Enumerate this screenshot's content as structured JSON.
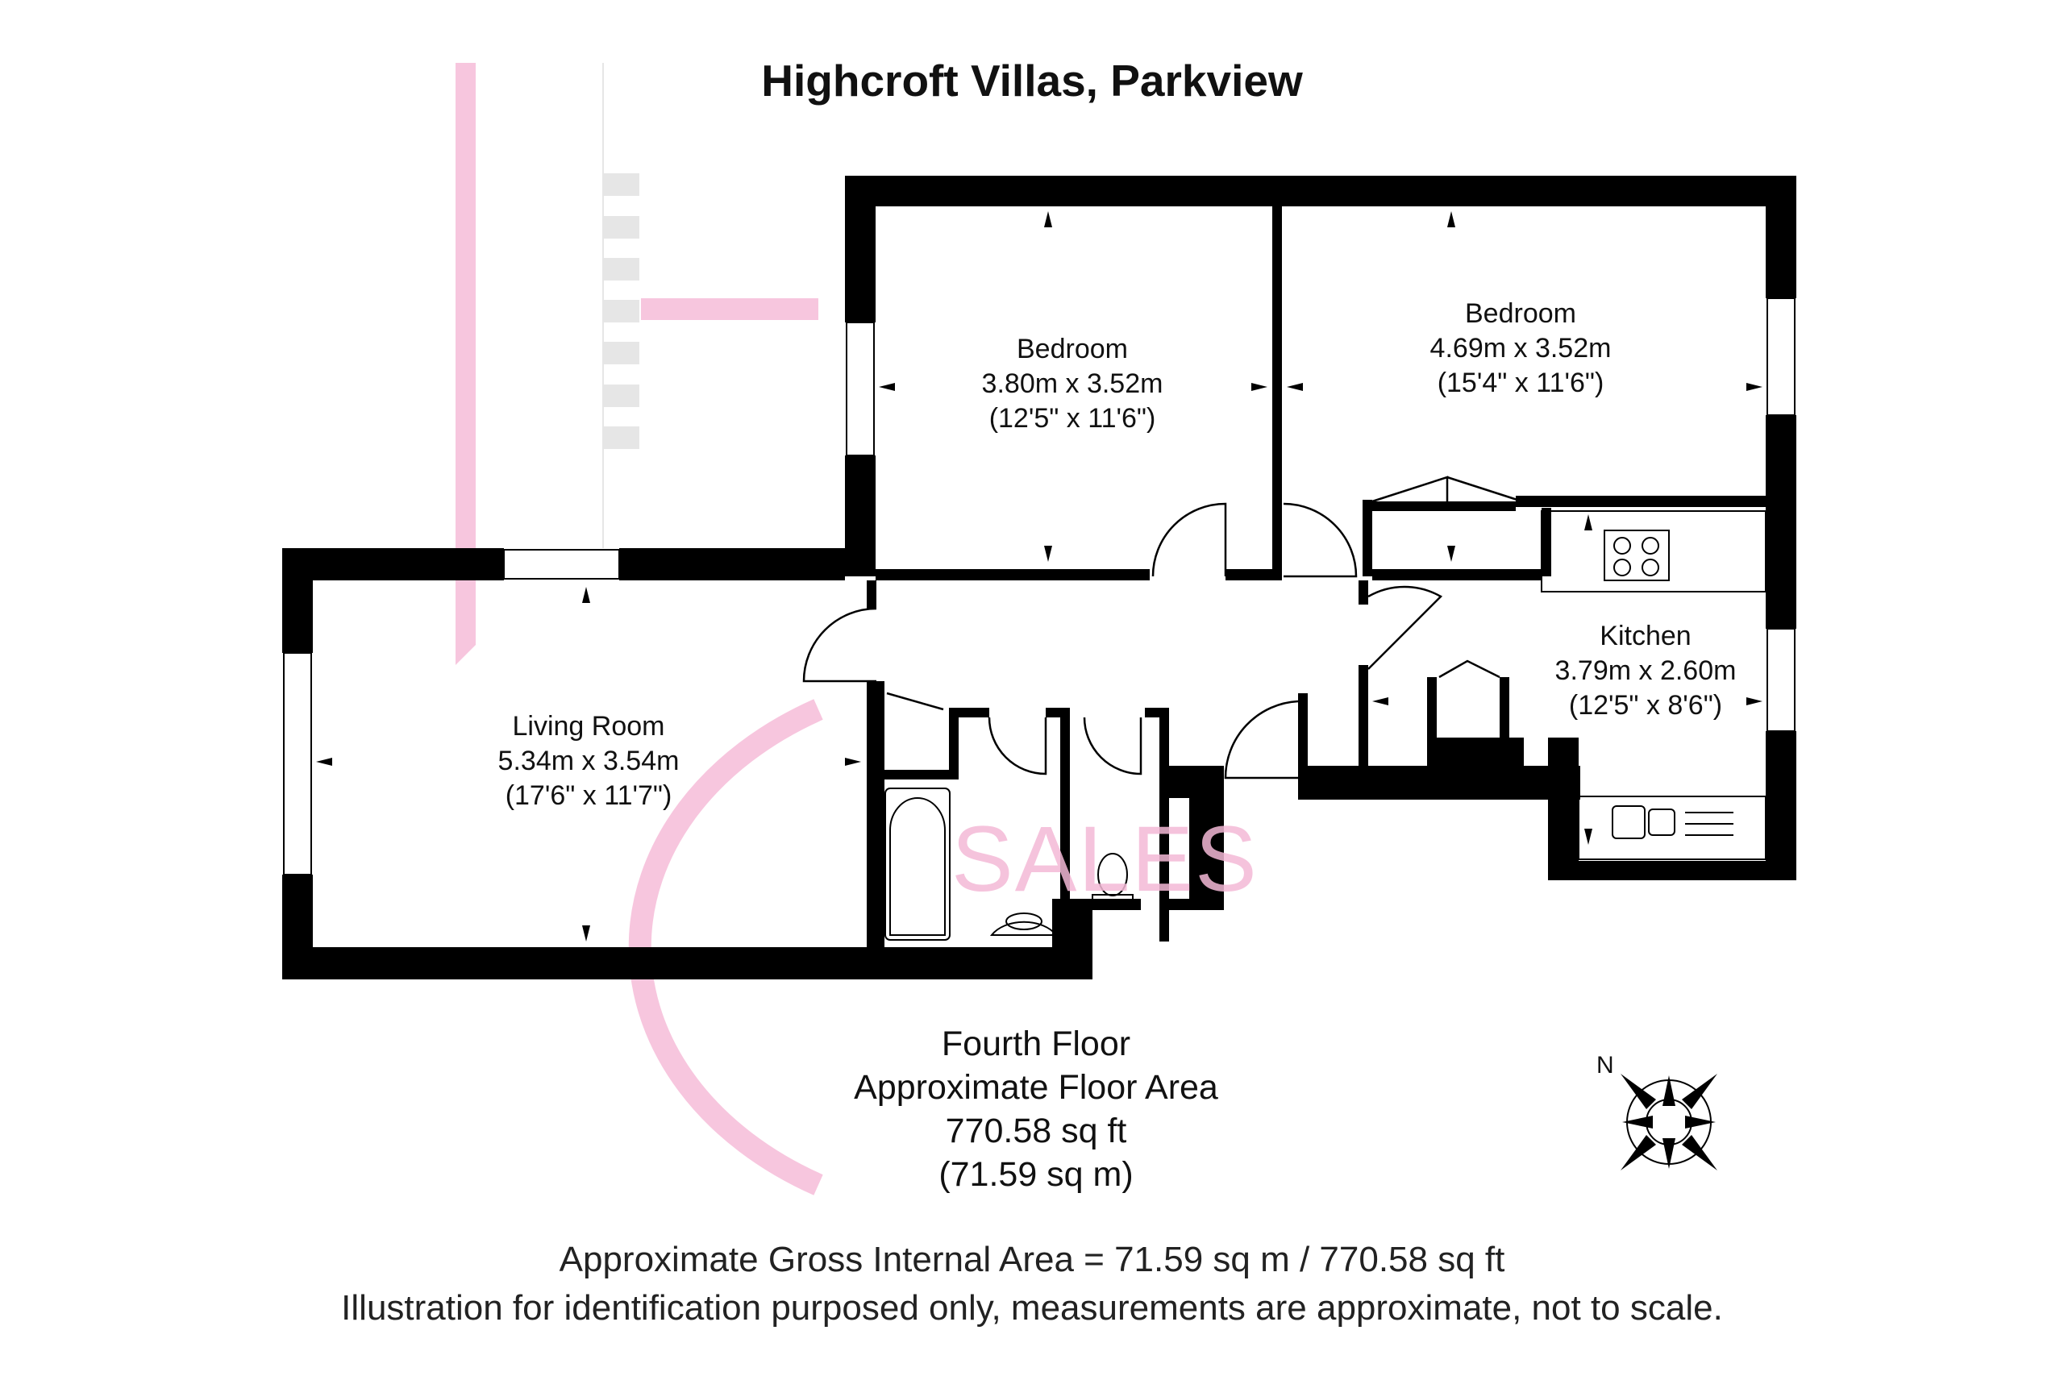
{
  "title": "Highcroft Villas, Parkview",
  "rooms": [
    {
      "name": "Bedroom",
      "metric": "3.80m x 3.52m",
      "imperial": "(12'5\" x 11'6\")"
    },
    {
      "name": "Bedroom",
      "metric": "4.69m x 3.52m",
      "imperial": "(15'4\" x 11'6\")"
    },
    {
      "name": "Living Room",
      "metric": "5.34m x 3.54m",
      "imperial": "(17'6\" x 11'7\")"
    },
    {
      "name": "Kitchen",
      "metric": "3.79m x 2.60m",
      "imperial": "(12'5\" x 8'6\")"
    }
  ],
  "floor": {
    "name": "Fourth Floor",
    "area_label": "Approximate Floor Area",
    "area_sqft": "770.58 sq ft",
    "area_sqm": "(71.59 sq m)"
  },
  "footer": {
    "gross_area": "Approximate Gross Internal Area = 71.59 sq m / 770.58 sq ft",
    "disclaimer": "Illustration for identification purposed only, measurements are approximate, not to scale."
  },
  "compass": {
    "north_label": "N"
  },
  "watermark": {
    "text": "SALES",
    "color": "#f4b9d6"
  },
  "colors": {
    "wall": "#000000",
    "watermark": "#f4b9d6"
  }
}
